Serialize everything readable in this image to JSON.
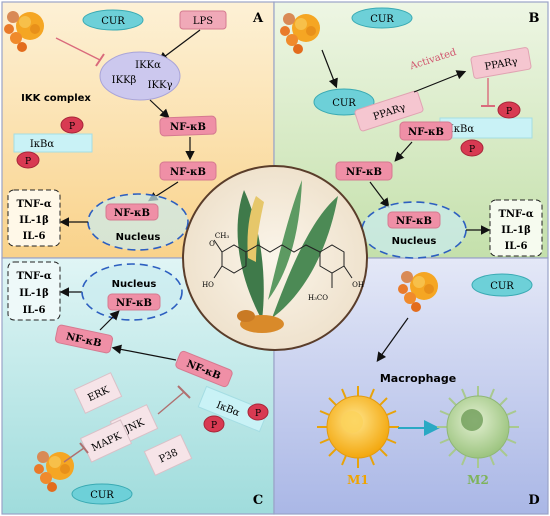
{
  "panels": {
    "a": {
      "letter": "A",
      "cur": "CUR",
      "lps": "LPS",
      "ikk_alpha": "IKKα",
      "ikk_beta": "IKKβ",
      "ikk_gamma": "IKKγ",
      "ikk_complex": "IKK complex",
      "p": "P",
      "ikba": "IκBα",
      "nfkb": "NF-κB",
      "nucleus": "Nucleus",
      "cytokines": [
        "TNF-α",
        "IL-1β",
        "IL-6"
      ]
    },
    "b": {
      "letter": "B",
      "cur": "CUR",
      "ppar": "PPARγ",
      "activated": "Activated",
      "p": "P",
      "ikba": "IκBα",
      "nfkb": "NF-κB",
      "nucleus": "Nucleus",
      "cytokines": [
        "TNF-α",
        "IL-1β",
        "IL-6"
      ]
    },
    "c": {
      "letter": "C",
      "cur": "CUR",
      "nucleus": "Nucleus",
      "nfkb": "NF-κB",
      "ikba": "IκBα",
      "p": "P",
      "erk": "ERK",
      "jnk": "JNK",
      "p38": "P38",
      "mapk": "MAPK",
      "cytokines": [
        "TNF-α",
        "IL-1β",
        "IL-6"
      ]
    },
    "d": {
      "letter": "D",
      "cur": "CUR",
      "macrophage": "Macrophage",
      "m1": "M1",
      "m2": "M2"
    }
  },
  "center": {
    "och3_top": "CH₃",
    "o_top": "O",
    "ho_left": "HO",
    "och3_bottom": "H₃CO",
    "oh_right": "OH"
  },
  "colors": {
    "panel_a": "#fbe3b0",
    "panel_b": "#d6ebc4",
    "panel_c": "#c9ecec",
    "panel_d": "#c9d1ee",
    "nfkb": "#ef8fa6",
    "p_ball": "#d83a52",
    "cur": "#6dd0d8",
    "ikba": "#c9f2f6",
    "nucleus_border": "#2d5fc0",
    "m1": "#f7b51e",
    "m2": "#a7cf8e"
  }
}
